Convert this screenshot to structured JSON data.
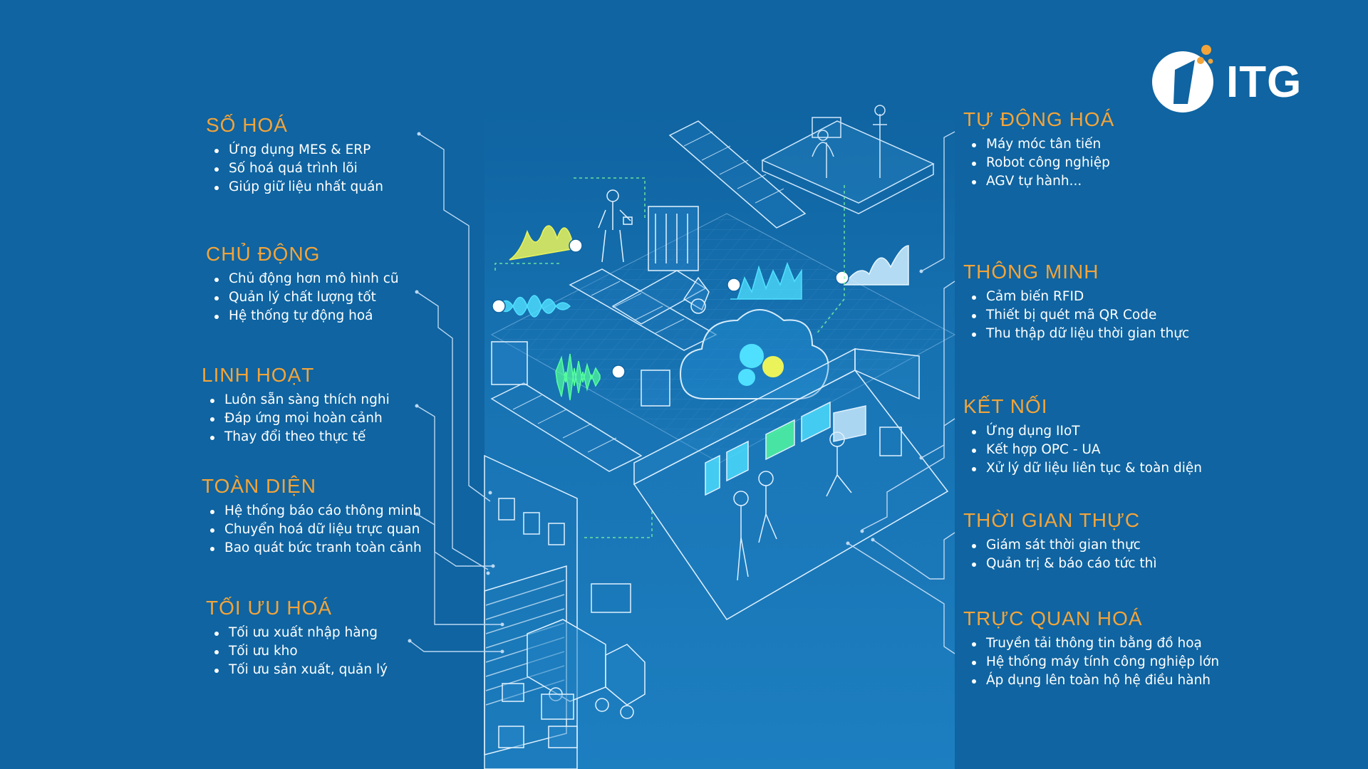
{
  "logo": {
    "text": "ITG",
    "accent": "#f2a43a"
  },
  "colors": {
    "background": "#0f64a1",
    "heading": "#f2a43a",
    "text": "#ffffff",
    "lines": "#bcd8f2",
    "cyan": "#4fe0ff",
    "yellow": "#eaf35a"
  },
  "left_sections": [
    {
      "title": "SỐ HOÁ",
      "items": [
        "Ứng dụng MES & ERP",
        "Số hoá quá trình lõi",
        "Giúp giữ liệu nhất quán"
      ]
    },
    {
      "title": "CHỦ ĐỘNG",
      "items": [
        "Chủ động hơn mô hình cũ",
        "Quản lý chất lượng tốt",
        "Hệ thống tự động hoá"
      ]
    },
    {
      "title": "LINH HOẠT",
      "items": [
        "Luôn sẵn sàng thích nghi",
        "Đáp ứng mọi hoàn cảnh",
        "Thay đổi theo thực tế"
      ]
    },
    {
      "title": "TOÀN DIỆN",
      "items": [
        "Hệ thống báo cáo thông minh",
        "Chuyển hoá dữ liệu trực quan",
        "Bao quát bức tranh toàn cảnh"
      ]
    },
    {
      "title": "TỐI ƯU HOÁ",
      "items": [
        "Tối ưu xuất nhập hàng",
        "Tối ưu kho",
        "Tối ưu sản xuất, quản lý"
      ]
    }
  ],
  "right_sections": [
    {
      "title": "TỰ ĐỘNG HOÁ",
      "items": [
        "Máy móc tân tiến",
        "Robot công nghiệp",
        "AGV tự hành..."
      ]
    },
    {
      "title": "THÔNG MINH",
      "items": [
        "Cảm biến RFID",
        "Thiết bị quét mã QR Code",
        "Thu thập dữ liệu thời gian thực"
      ]
    },
    {
      "title": "KẾT NỐI",
      "items": [
        "Ứng dụng IIoT",
        "Kết hợp OPC - UA",
        "Xử lý dữ liệu liên tục & toàn diện"
      ]
    },
    {
      "title": "THỜI GIAN THỰC",
      "items": [
        "Giám sát thời gian thực",
        "Quản trị & báo cáo tức thì"
      ]
    },
    {
      "title": "TRỰC QUAN HOÁ",
      "items": [
        "Truyền tải thông tin bằng đồ hoạ",
        "Hệ thống máy tính công nghiệp lớn",
        "Áp dụng lên toàn hộ hệ điều hành"
      ]
    }
  ]
}
